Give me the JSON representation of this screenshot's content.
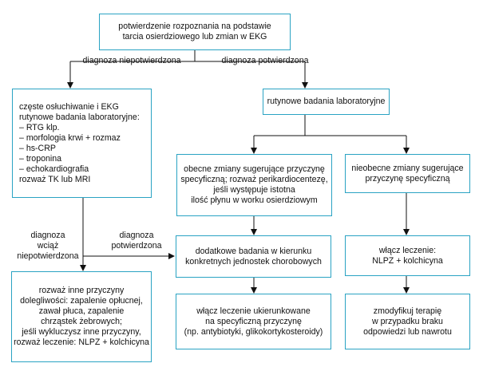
{
  "colors": {
    "box_border": "#2aa3c3",
    "connector": "#111111"
  },
  "boxes": {
    "root": [
      "potwierdzenie rozpoznania na podstawie",
      "tarcia osierdziowego lub zmian w EKG"
    ],
    "left_monitoring": [
      "częste osłuchiwanie i EKG",
      "rutynowe badania laboratoryjne:",
      "– RTG klp.",
      "– morfologia krwi + rozmaz",
      "– hs-CRP",
      "– troponina",
      "– echokardiografia",
      "rozważ TK lub MRI"
    ],
    "routine_labs": [
      "rutynowe badania laboratoryjne"
    ],
    "specific_changes": [
      "obecne zmiany sugerujące przyczynę",
      "specyficzną; rozważ perikardiocentezę,",
      "jeśli występuje istotna",
      "ilość płynu w worku osierdziowym"
    ],
    "no_specific_changes": [
      "nieobecne zmiany sugerujące",
      "przyczynę specyficzną"
    ],
    "targeted_tests": [
      "dodatkowe badania w kierunku",
      "konkretnych jednostek chorobowych"
    ],
    "start_nsaid": [
      "włącz leczenie:",
      "NLPZ + kolchicyna"
    ],
    "other_causes": [
      "rozważ inne przyczyny",
      "dolegliwości: zapalenie opłucnej,",
      "zawał płuca, zapalenie",
      "chrząstek żebrowych;",
      "jeśli wykluczysz inne przyczyny,",
      "rozważ leczenie: NLPZ + kolchicyna"
    ],
    "targeted_treatment": [
      "włącz leczenie ukierunkowane",
      "na specyficzną przyczynę",
      "(np. antybiotyki, glikokortykosteroidy)"
    ],
    "modify_therapy": [
      "zmodyfikuj terapię",
      "w przypadku braku",
      "odpowiedzi lub nawrotu"
    ]
  },
  "labels": {
    "not_confirmed": [
      "diagnoza niepotwierdzona"
    ],
    "confirmed": [
      "diagnoza potwierdzona"
    ],
    "still_not_confirmed": [
      "diagnoza",
      "wciąż",
      "niepotwierdzona"
    ],
    "confirmed_later": [
      "diagnoza",
      "potwierdzona"
    ]
  }
}
